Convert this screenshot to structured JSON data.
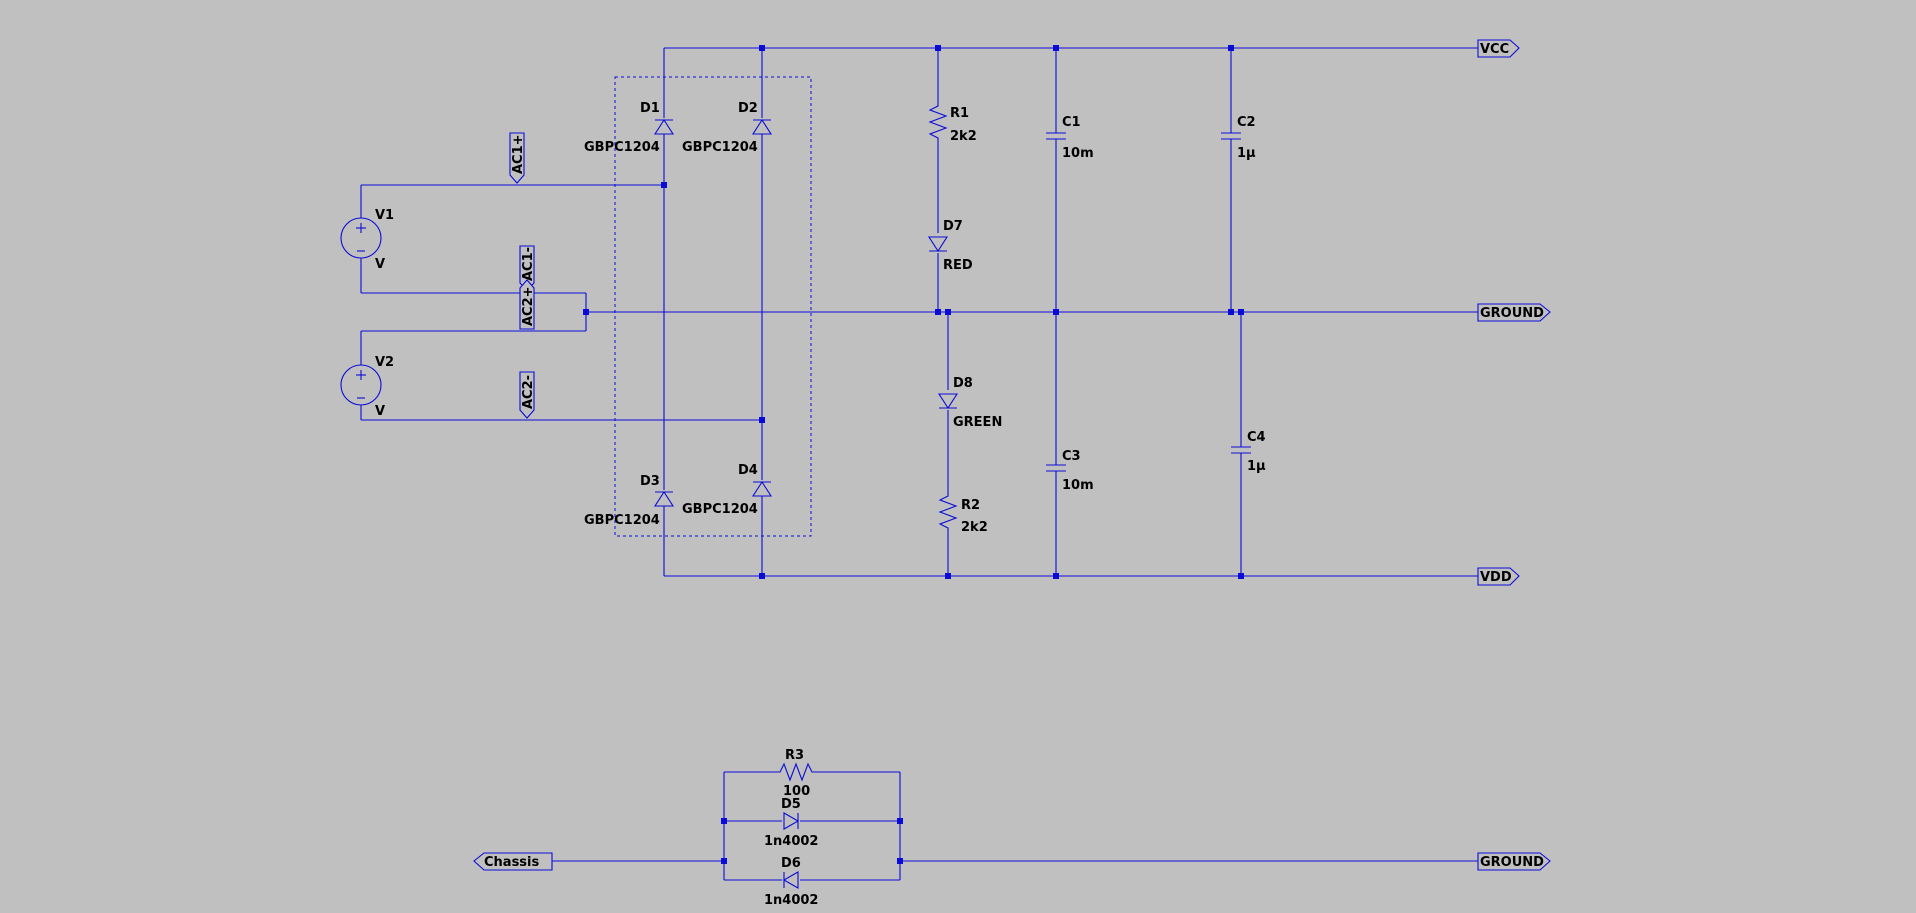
{
  "net_labels": {
    "vcc": "VCC",
    "ground_top": "GROUND",
    "vdd": "VDD",
    "chassis": "Chassis",
    "ground_bottom": "GROUND",
    "ac1_plus": "AC1+",
    "ac1_minus": "AC1-",
    "ac2_plus": "AC2+",
    "ac2_minus": "AC2-"
  },
  "components": {
    "d1": {
      "ref": "D1",
      "value": "GBPC1204"
    },
    "d2": {
      "ref": "D2",
      "value": "GBPC1204"
    },
    "d3": {
      "ref": "D3",
      "value": "GBPC1204"
    },
    "d4": {
      "ref": "D4",
      "value": "GBPC1204"
    },
    "d5": {
      "ref": "D5",
      "value": "1n4002"
    },
    "d6": {
      "ref": "D6",
      "value": "1n4002"
    },
    "d7": {
      "ref": "D7",
      "value": "RED"
    },
    "d8": {
      "ref": "D8",
      "value": "GREEN"
    },
    "r1": {
      "ref": "R1",
      "value": "2k2"
    },
    "r2": {
      "ref": "R2",
      "value": "2k2"
    },
    "r3": {
      "ref": "R3",
      "value": "100"
    },
    "c1": {
      "ref": "C1",
      "value": "10m"
    },
    "c2": {
      "ref": "C2",
      "value": "1µ"
    },
    "c3": {
      "ref": "C3",
      "value": "10m"
    },
    "c4": {
      "ref": "C4",
      "value": "1µ"
    },
    "v1": {
      "ref": "V1",
      "value": "V"
    },
    "v2": {
      "ref": "V2",
      "value": "V"
    }
  }
}
